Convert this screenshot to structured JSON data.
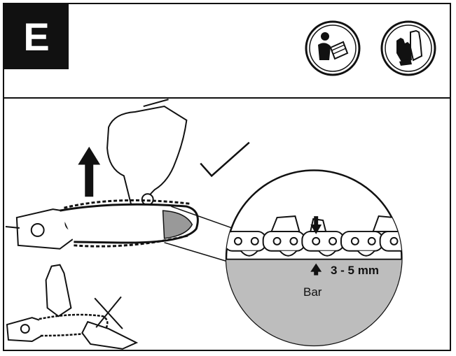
{
  "step_label": "E",
  "icons": [
    "read-manual-icon",
    "wear-gloves-icon"
  ],
  "detail": {
    "measurement": "3 - 5 mm",
    "part_label": "Bar"
  },
  "colors": {
    "ink": "#111111",
    "bar_fill": "#bdbdbd"
  }
}
